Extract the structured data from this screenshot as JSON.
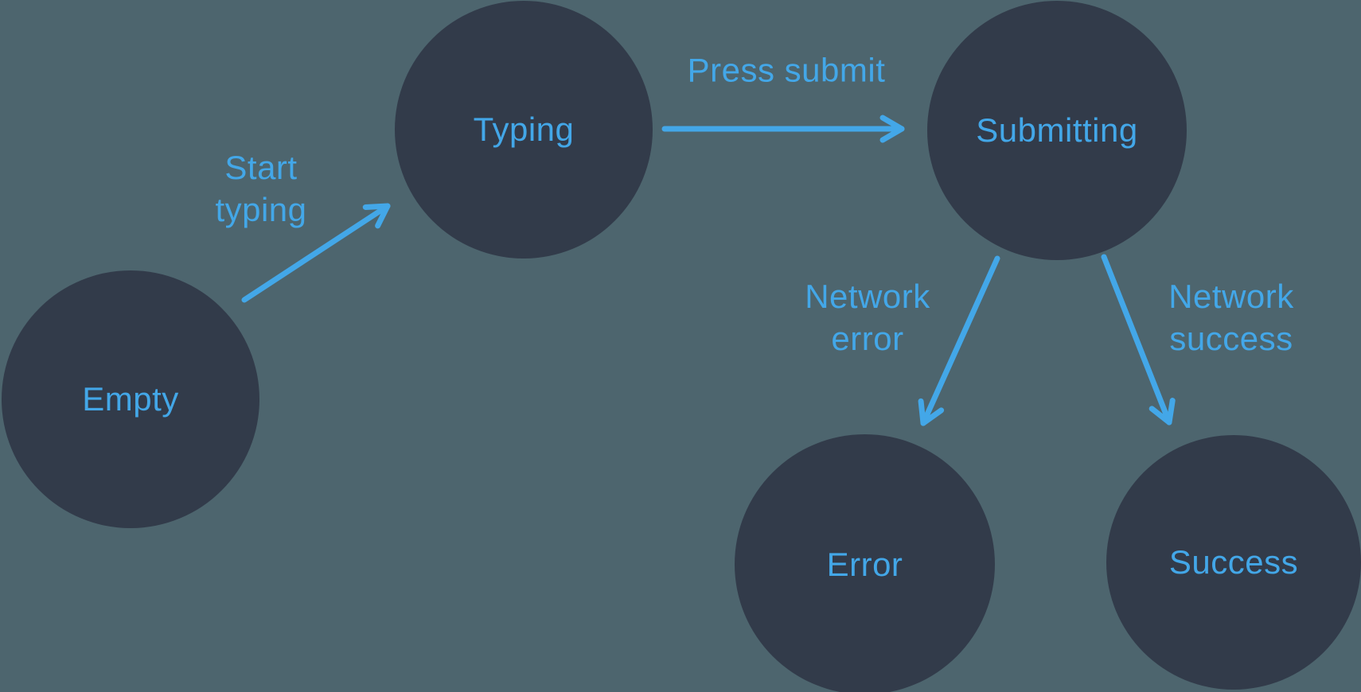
{
  "diagram": {
    "type": "state-machine",
    "nodes": [
      {
        "id": "empty",
        "label": "Empty"
      },
      {
        "id": "typing",
        "label": "Typing"
      },
      {
        "id": "submitting",
        "label": "Submitting"
      },
      {
        "id": "error",
        "label": "Error"
      },
      {
        "id": "success",
        "label": "Success"
      }
    ],
    "edges": [
      {
        "from": "empty",
        "to": "typing",
        "label": "Start typing"
      },
      {
        "from": "typing",
        "to": "submitting",
        "label": "Press submit"
      },
      {
        "from": "submitting",
        "to": "error",
        "label": "Network error"
      },
      {
        "from": "submitting",
        "to": "success",
        "label": "Network success"
      }
    ],
    "colors": {
      "background": "#4d656e",
      "node_fill": "#323b4a",
      "accent": "#43a7e8"
    }
  }
}
